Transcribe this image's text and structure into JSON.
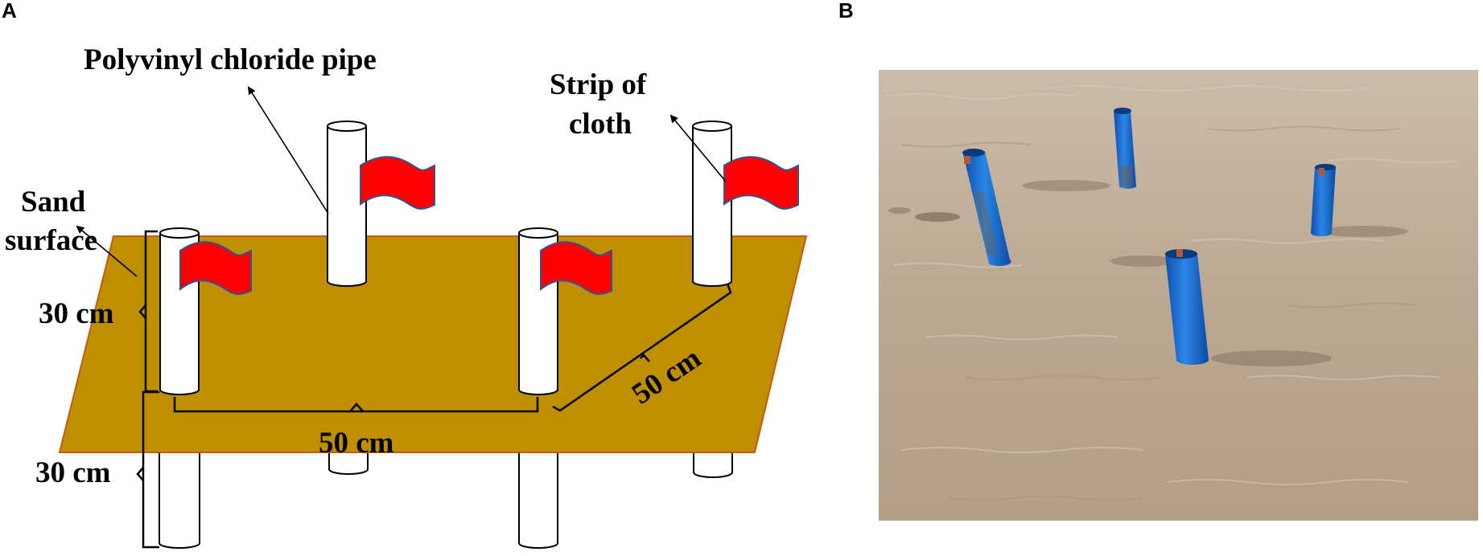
{
  "panels": {
    "a": {
      "letter": "A"
    },
    "b": {
      "letter": "B"
    }
  },
  "diagram": {
    "labels": {
      "pipe": "Polyvinyl chloride pipe",
      "strip_line1": "Strip of",
      "strip_line2": "cloth",
      "sand_line1": "Sand",
      "sand_line2": "surface",
      "dim_above": "30 cm",
      "dim_below": "30 cm",
      "dim_width": "50 cm",
      "dim_depth": "50 cm"
    },
    "colors": {
      "sand": "#BF8F00",
      "sand_outline": "#C55A11",
      "flag": "#FF0000",
      "flag_outline": "#2F5597",
      "pipe": "#FFFFFF"
    }
  },
  "photo": {
    "colors": {
      "water": "#BCA992",
      "pipe": "#1A6FD0"
    }
  }
}
